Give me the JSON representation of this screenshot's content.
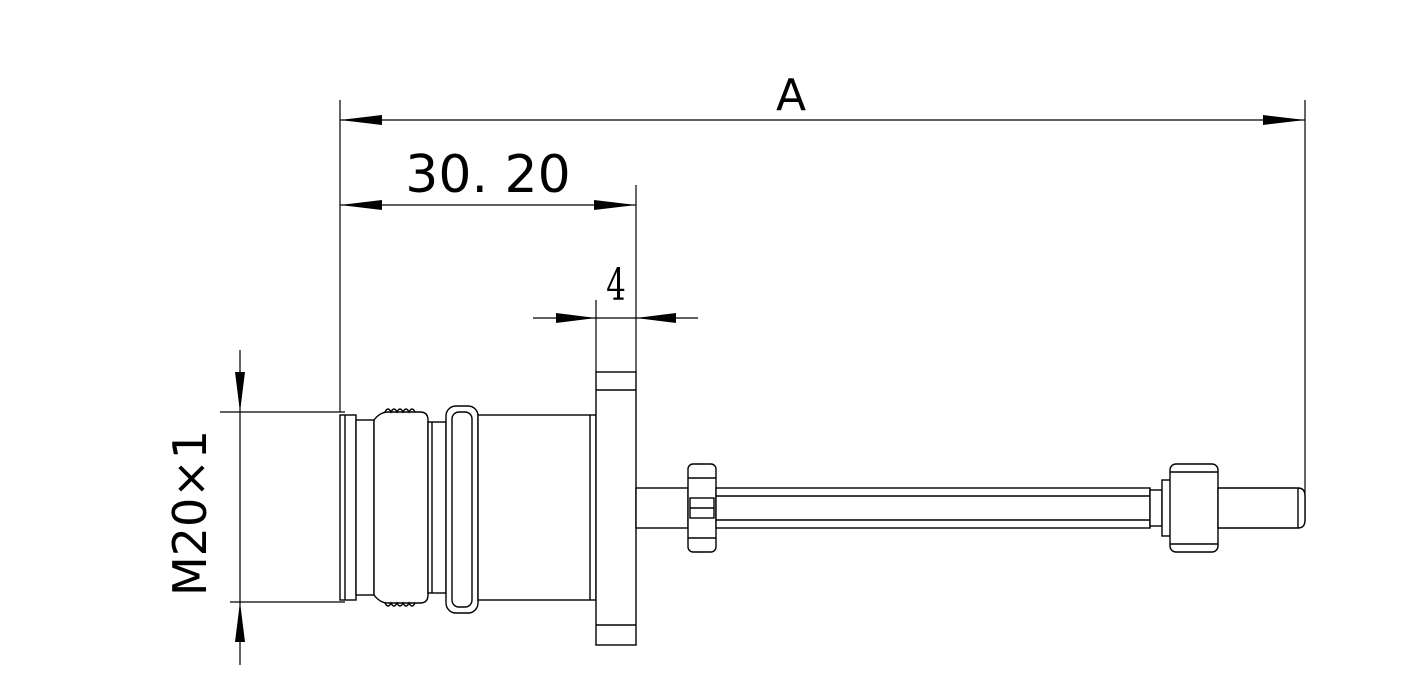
{
  "dimensions": {
    "overall_length": "A",
    "body_length": "30. 20",
    "flange_thickness": "4",
    "thread_spec": "M20×1"
  }
}
